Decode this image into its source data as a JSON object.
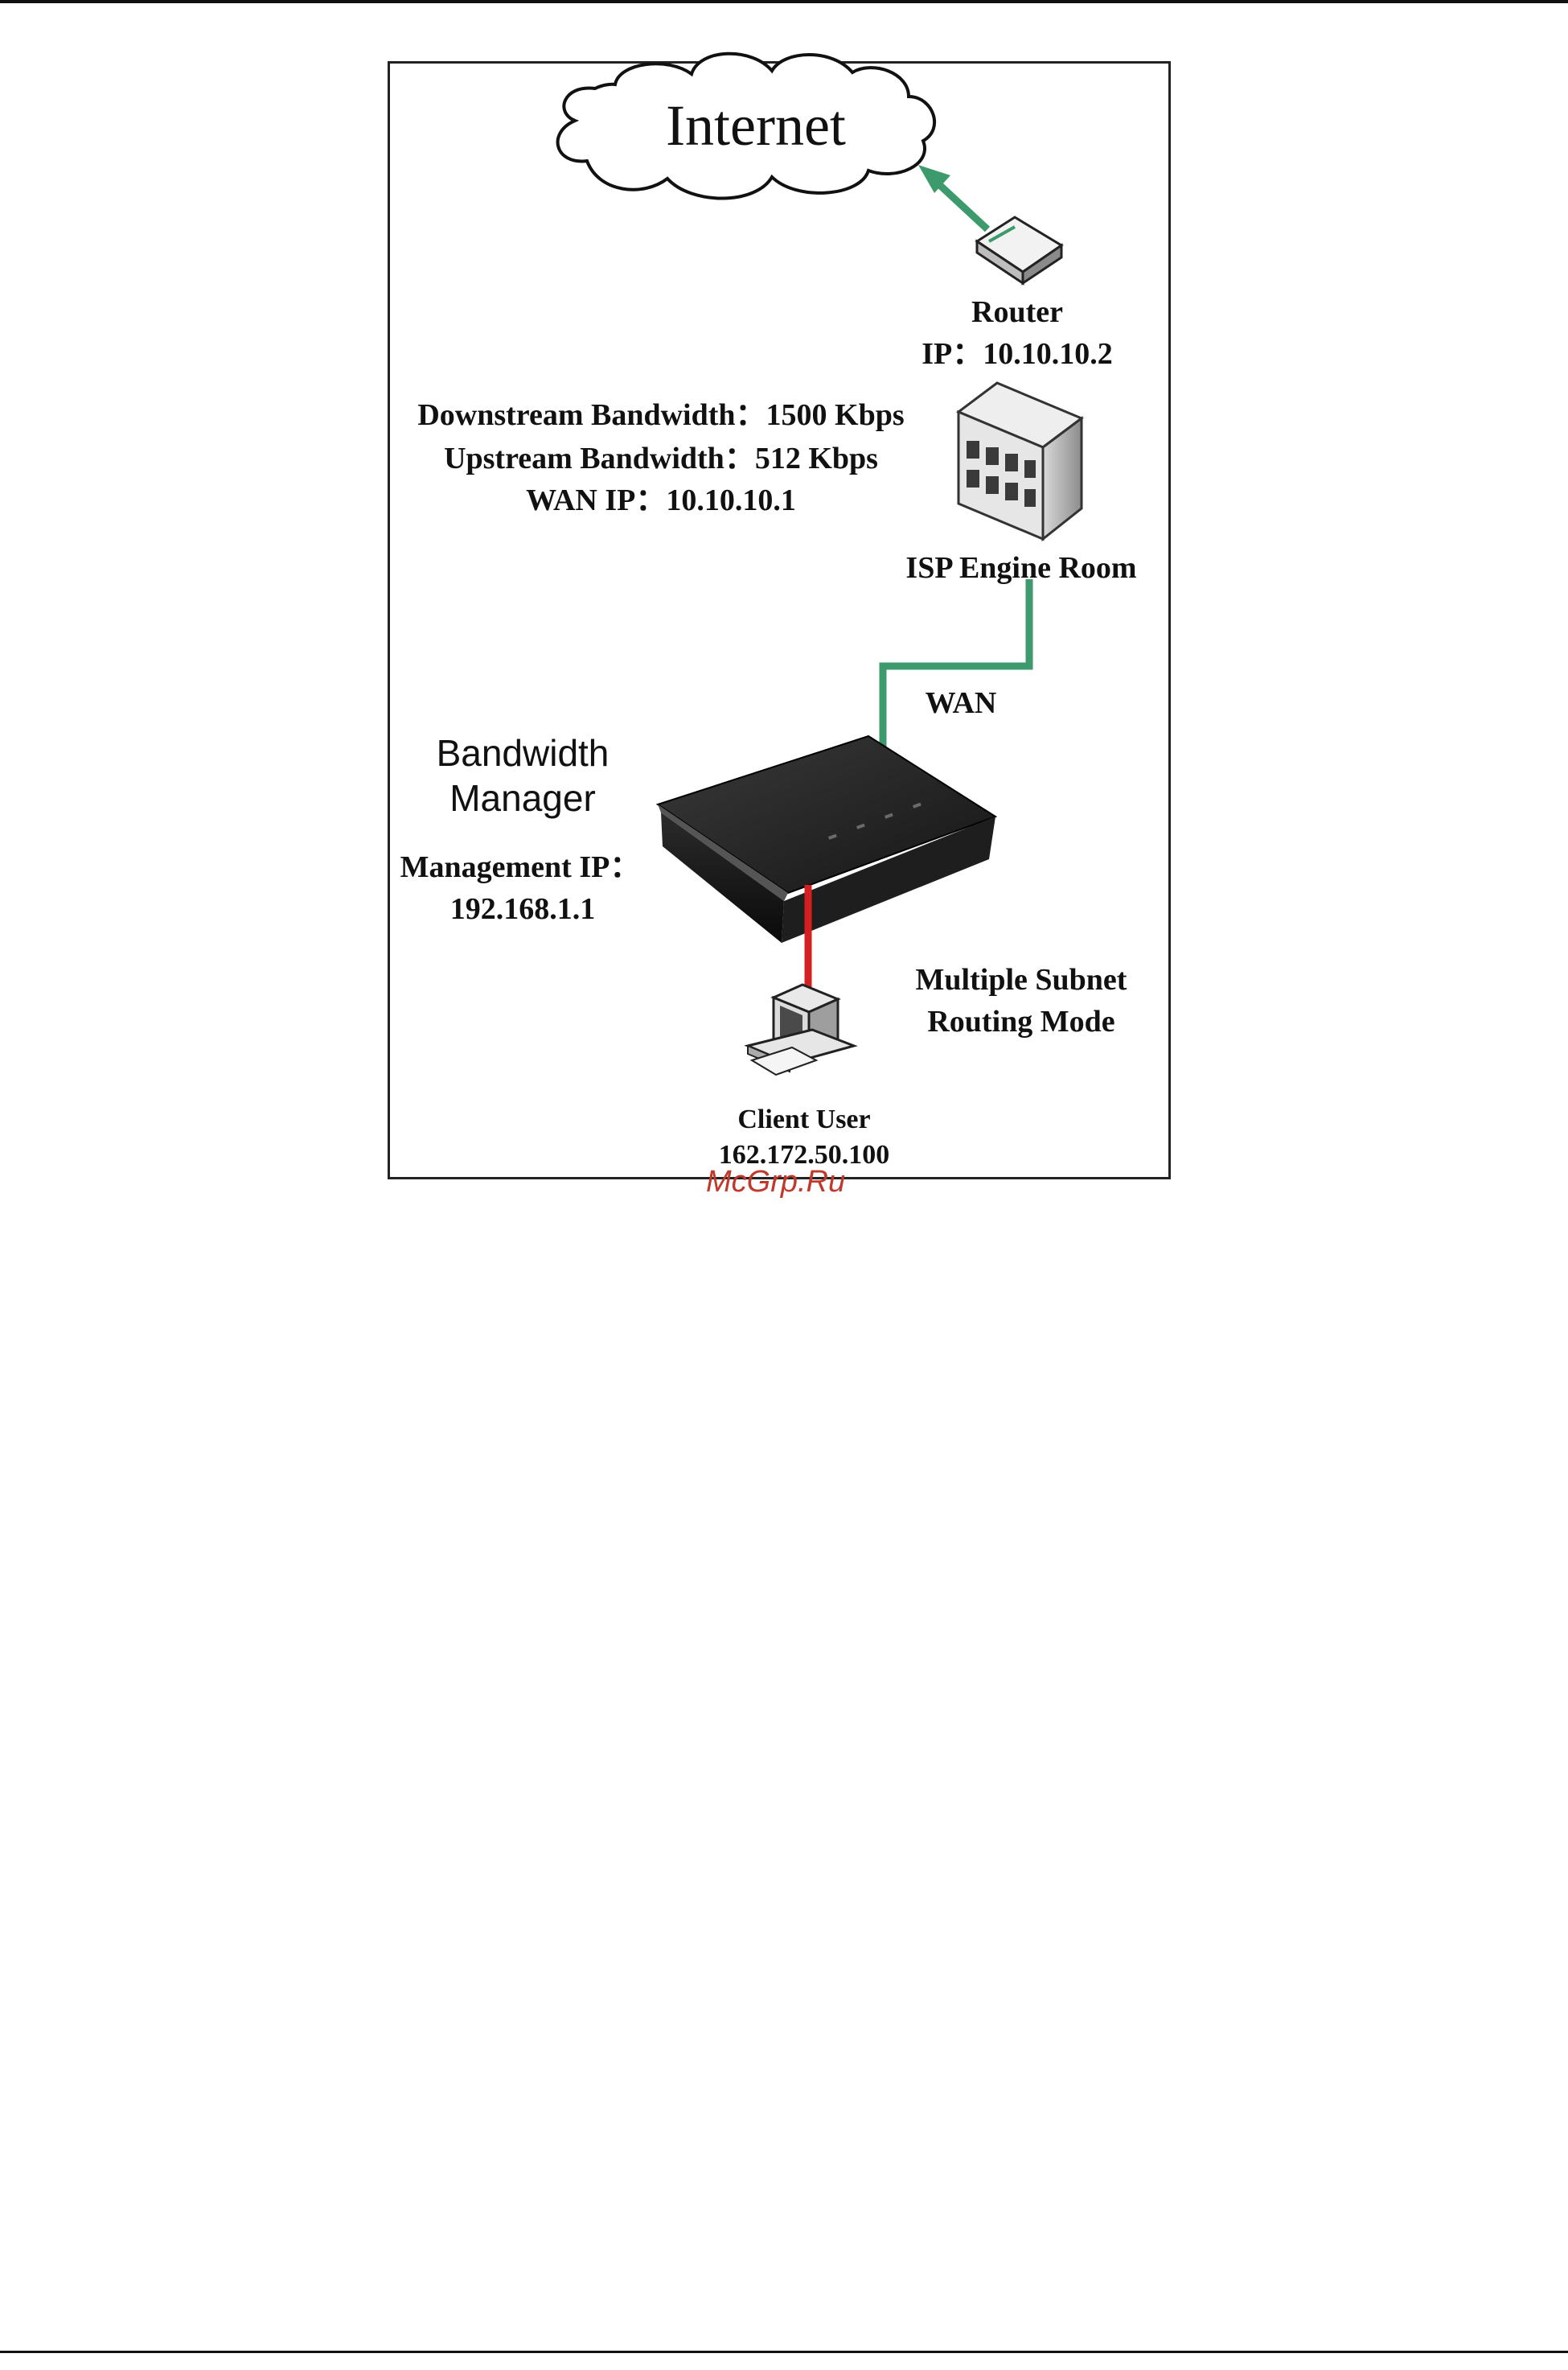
{
  "cloud": {
    "label": "Internet"
  },
  "router": {
    "name": "Router",
    "ip": "IP：10.10.10.2"
  },
  "isp": {
    "downstream": "Downstream Bandwidth：1500 Kbps",
    "upstream": "Upstream Bandwidth：512 Kbps",
    "wan_ip": "WAN IP：10.10.10.1",
    "room": "ISP Engine Room"
  },
  "wan_link": {
    "label": "WAN"
  },
  "device": {
    "name_line1": "Bandwidth",
    "name_line2": "Manager",
    "mgmt_label": "Management IP：",
    "mgmt_ip": "192.168.1.1"
  },
  "mode": {
    "line1": "Multiple Subnet",
    "line2": "Routing Mode"
  },
  "client": {
    "name": "Client User",
    "ip": "162.172.50.100"
  },
  "watermark": "McGrp.Ru",
  "colors": {
    "wan_link": "#3c9a6c",
    "lan_link": "#d42020",
    "arrow": "#3c9a6c"
  }
}
